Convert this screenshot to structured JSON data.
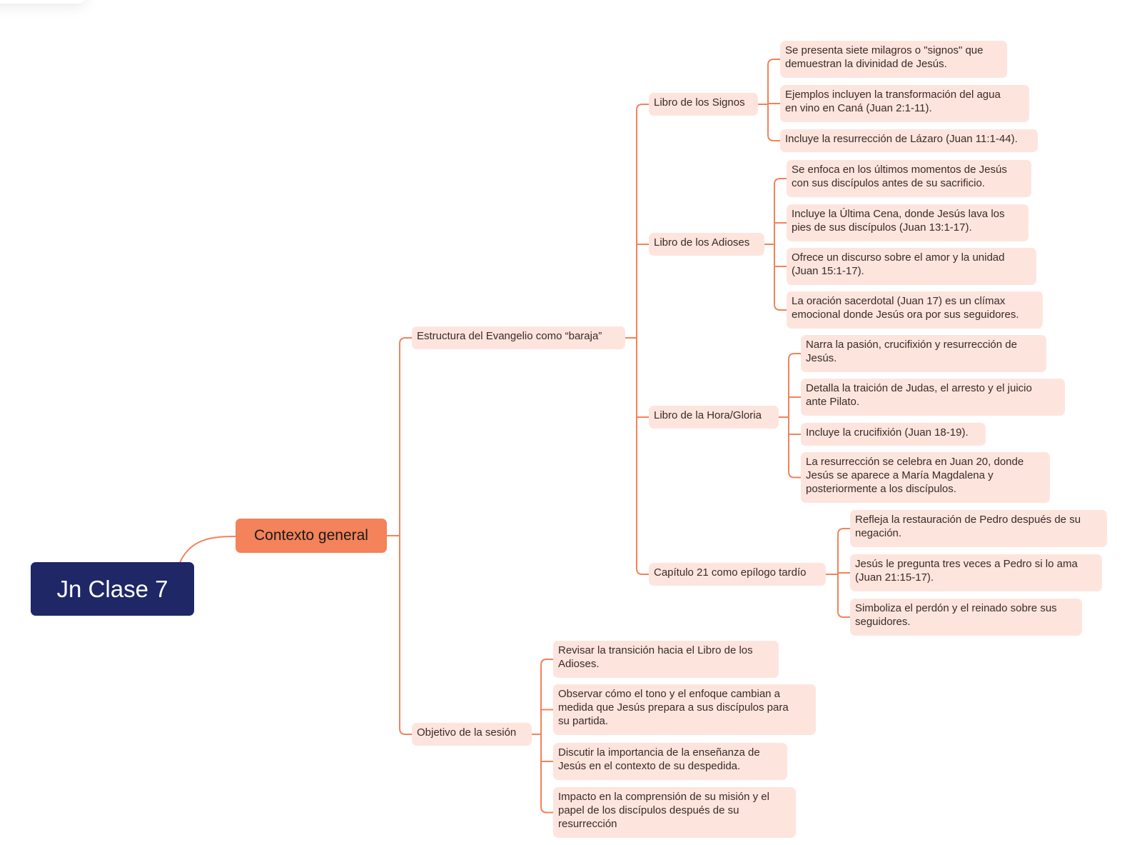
{
  "mindmap": {
    "root": "Jn Clase 7",
    "main": "Contexto general",
    "branches": [
      {
        "label": "Estructura del Evangelio como “baraja”",
        "children": [
          {
            "label": "Libro de los Signos",
            "points": [
              [
                "Se presenta siete milagros o \"signos\" que",
                "demuestran la divinidad de Jesús."
              ],
              [
                "Ejemplos incluyen la transformación del agua",
                "en vino en Caná (Juan 2:1-11)."
              ],
              [
                "Incluye la resurrección de Lázaro (Juan 11:1-44)."
              ]
            ]
          },
          {
            "label": "Libro de los Adioses",
            "points": [
              [
                "Se enfoca en los últimos momentos de Jesús",
                "con sus discípulos antes de su sacrificio."
              ],
              [
                "Incluye la Última Cena, donde Jesús lava los",
                "pies de sus discípulos (Juan 13:1-17)."
              ],
              [
                "Ofrece un discurso sobre el amor y la unidad",
                "(Juan 15:1-17)."
              ],
              [
                "La oración sacerdotal (Juan 17) es un clímax",
                "emocional donde Jesús ora por sus seguidores."
              ]
            ]
          },
          {
            "label": "Libro de la Hora/Gloria",
            "points": [
              [
                "Narra la pasión, crucifixión y resurrección de",
                "Jesús."
              ],
              [
                "Detalla la traición de Judas, el arresto y el juicio",
                "ante Pilato."
              ],
              [
                "Incluye la crucifixión (Juan 18-19)."
              ],
              [
                "La resurrección se celebra en Juan 20, donde",
                "Jesús se aparece a María Magdalena y",
                "posteriormente a los discípulos."
              ]
            ]
          },
          {
            "label": "Capítulo 21 como epílogo tardío",
            "points": [
              [
                "Refleja la restauración de Pedro después de su",
                "negación."
              ],
              [
                "Jesús le pregunta tres veces a Pedro si lo ama",
                "(Juan 21:15-17)."
              ],
              [
                "Simboliza el perdón y el reinado sobre sus",
                "seguidores."
              ]
            ]
          }
        ]
      },
      {
        "label": "Objetivo de la sesión",
        "points": [
          [
            "Revisar la transición hacia el Libro de los",
            "Adioses."
          ],
          [
            "Observar cómo el tono y el enfoque cambian a",
            "medida que Jesús prepara a sus discípulos para",
            "su partida."
          ],
          [
            "Discutir la importancia de la enseñanza de",
            "Jesús en el contexto de su despedida."
          ],
          [
            "Impacto en la comprensión de su misión y el",
            "papel de los discípulos después de su",
            "resurrección"
          ]
        ]
      }
    ],
    "colors": {
      "root_fill": "#1f2766",
      "main_fill": "#f4825a",
      "topic_fill": "#fde5de",
      "connector": "#f4825a",
      "text": "#3a2a25"
    }
  }
}
